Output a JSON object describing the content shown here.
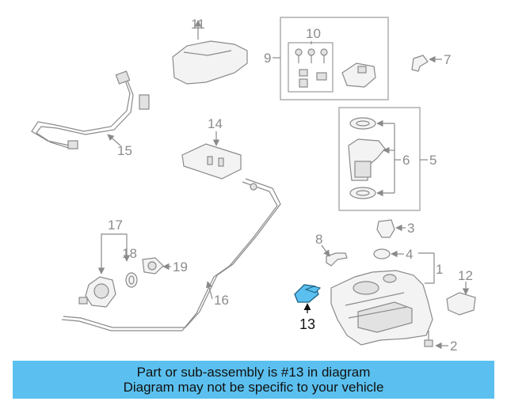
{
  "diagram": {
    "callouts": {
      "c1": "1",
      "c2": "2",
      "c3": "3",
      "c4": "4",
      "c5": "5",
      "c6": "6",
      "c7": "7",
      "c8": "8",
      "c9": "9",
      "c10": "10",
      "c11": "11",
      "c12": "12",
      "c13": "13",
      "c14": "14",
      "c15": "15",
      "c16": "16",
      "c17": "17",
      "c18": "18",
      "c19": "19"
    },
    "highlight_color": "#5bc0ef"
  },
  "banner": {
    "line1": "Part or sub-assembly is #13 in diagram",
    "line2": "Diagram may not be specific to your vehicle",
    "background": "#5bc0ef"
  }
}
